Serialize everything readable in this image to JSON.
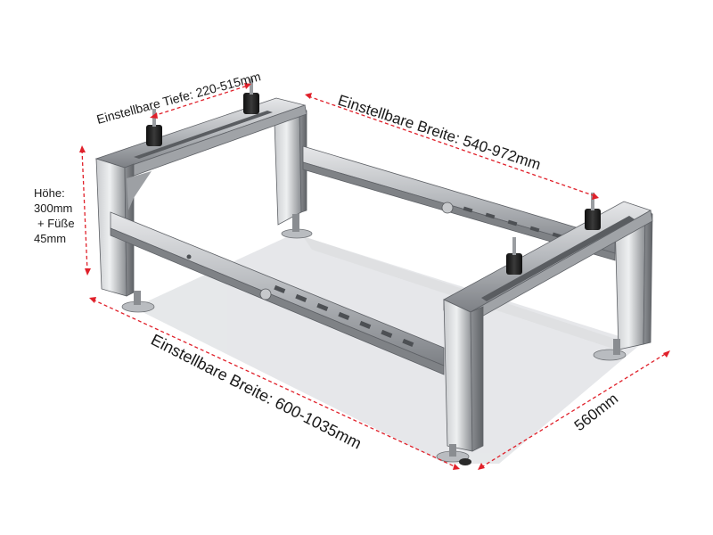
{
  "labels": {
    "depth": "Einstellbare Tiefe: 220-515mm",
    "width_rear": "Einstellbare Breite: 540-972mm",
    "height_line1": "Höhe:",
    "height_line2": "300mm",
    "height_line3": "+ Füße",
    "height_line4": "45mm",
    "width_front": "Einstellbare Breite: 600-1035mm",
    "depth_total": "560mm"
  },
  "colors": {
    "dimension_line": "#e0202a",
    "steel_light": "#d9dadc",
    "steel_mid": "#a7aaae",
    "steel_dark": "#6f7276",
    "rubber": "#1c1c1c",
    "shadow": "#d2d5d9",
    "text": "#1a1a1a"
  }
}
